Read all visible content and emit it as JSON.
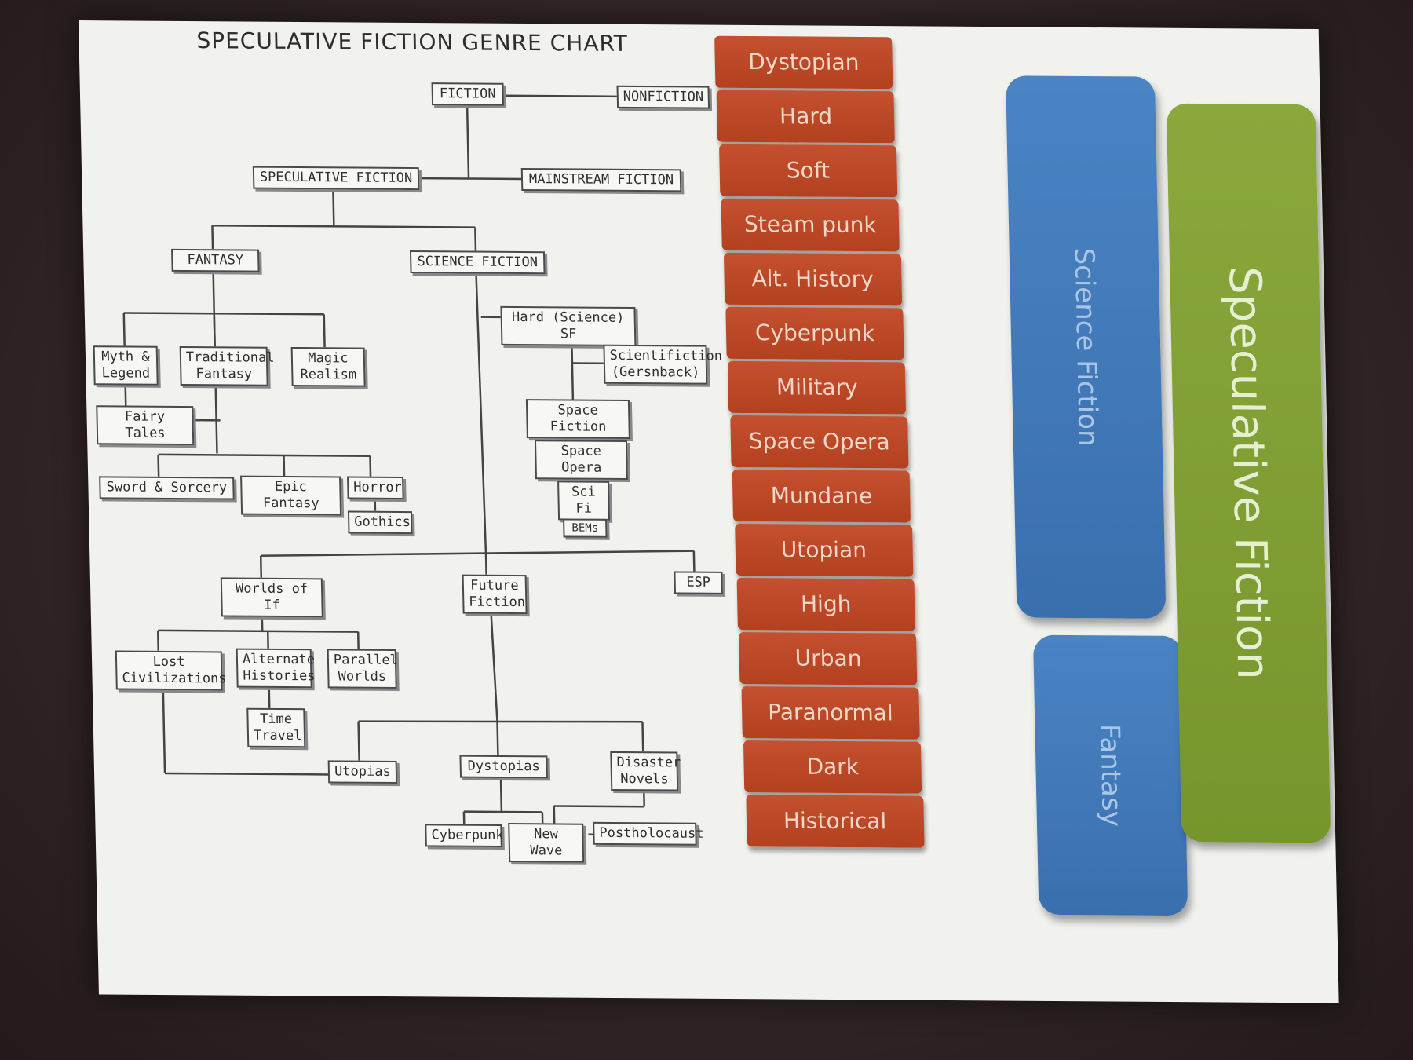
{
  "title": "SPECULATIVE FICTION GENRE CHART",
  "tree": {
    "fiction": "FICTION",
    "nonfiction": "NONFICTION",
    "speculative_fiction": "SPECULATIVE FICTION",
    "mainstream_fiction": "MAINSTREAM  FICTION",
    "fantasy": "FANTASY",
    "science_fiction": "SCIENCE FICTION",
    "myth_legend": "Myth &\nLegend",
    "traditional_fantasy": "Traditional\nFantasy",
    "magic_realism": "Magic\nRealism",
    "fairy_tales": "Fairy Tales",
    "sword_sorcery": "Sword & Sorcery",
    "epic_fantasy": "Epic Fantasy",
    "horror": "Horror",
    "gothics": "Gothics",
    "hard_science_sf": "Hard (Science) SF",
    "scientifiction": "Scientifiction\n(Gersnback)",
    "space_fiction": "Space Fiction",
    "space_opera": "Space Opera",
    "sci_fi": "Sci Fi",
    "bems": "BEMs",
    "worlds_of_if": "Worlds of If",
    "future_fiction": "Future\nFiction",
    "esp": "ESP",
    "lost_civilizations": "Lost\nCivilizations",
    "alternate_histories": "Alternate\nHistories",
    "parallel_worlds": "Parallel\nWorlds",
    "time_travel": "Time\nTravel",
    "utopias": "Utopias",
    "dystopias": "Dystopias",
    "disaster_novels": "Disaster\nNovels",
    "cyberpunk": "Cyberpunk",
    "new_wave": "New Wave",
    "postholocaust": "Postholocaust"
  },
  "subgenres": [
    "Dystopian",
    "Hard",
    "Soft",
    "Steam punk",
    "Alt. History",
    "Cyberpunk",
    "Military",
    "Space Opera",
    "Mundane",
    "Utopian",
    "High",
    "Urban",
    "Paranormal",
    "Dark",
    "Historical"
  ],
  "groups": {
    "science_fiction": "Science Fiction",
    "fantasy": "Fantasy",
    "speculative_fiction": "Speculative Fiction"
  },
  "colors": {
    "subgenre_block": "#b8462a",
    "science_fiction_block": "#3f77b6",
    "fantasy_block": "#3f77b6",
    "speculative_block": "#7d9b33"
  }
}
